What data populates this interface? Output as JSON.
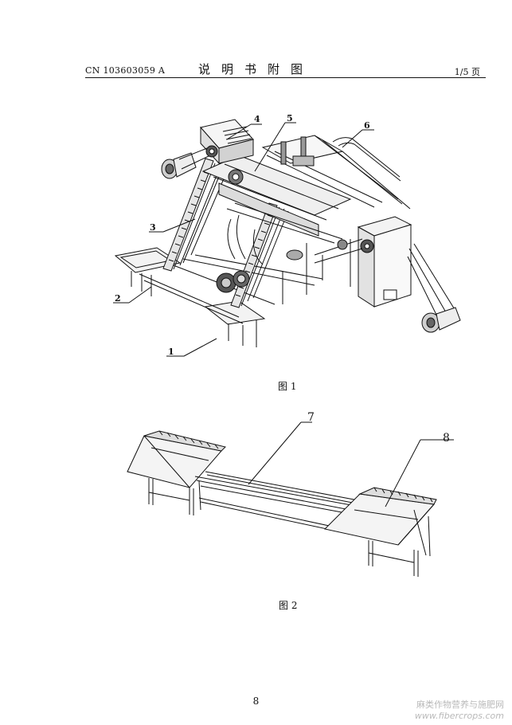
{
  "header": {
    "patent_no": "CN 103603059 A",
    "title": "说明书附图",
    "page": "1/5 页"
  },
  "figure1": {
    "caption": "图 1",
    "callouts": [
      "1",
      "2",
      "3",
      "4",
      "5",
      "6"
    ]
  },
  "figure2": {
    "caption": "图 2",
    "callouts": [
      "7",
      "8"
    ]
  },
  "footer": {
    "page_number": "8"
  },
  "watermark": {
    "text": "麻类作物营养与施肥网",
    "site": "www.fibercrops.com"
  }
}
